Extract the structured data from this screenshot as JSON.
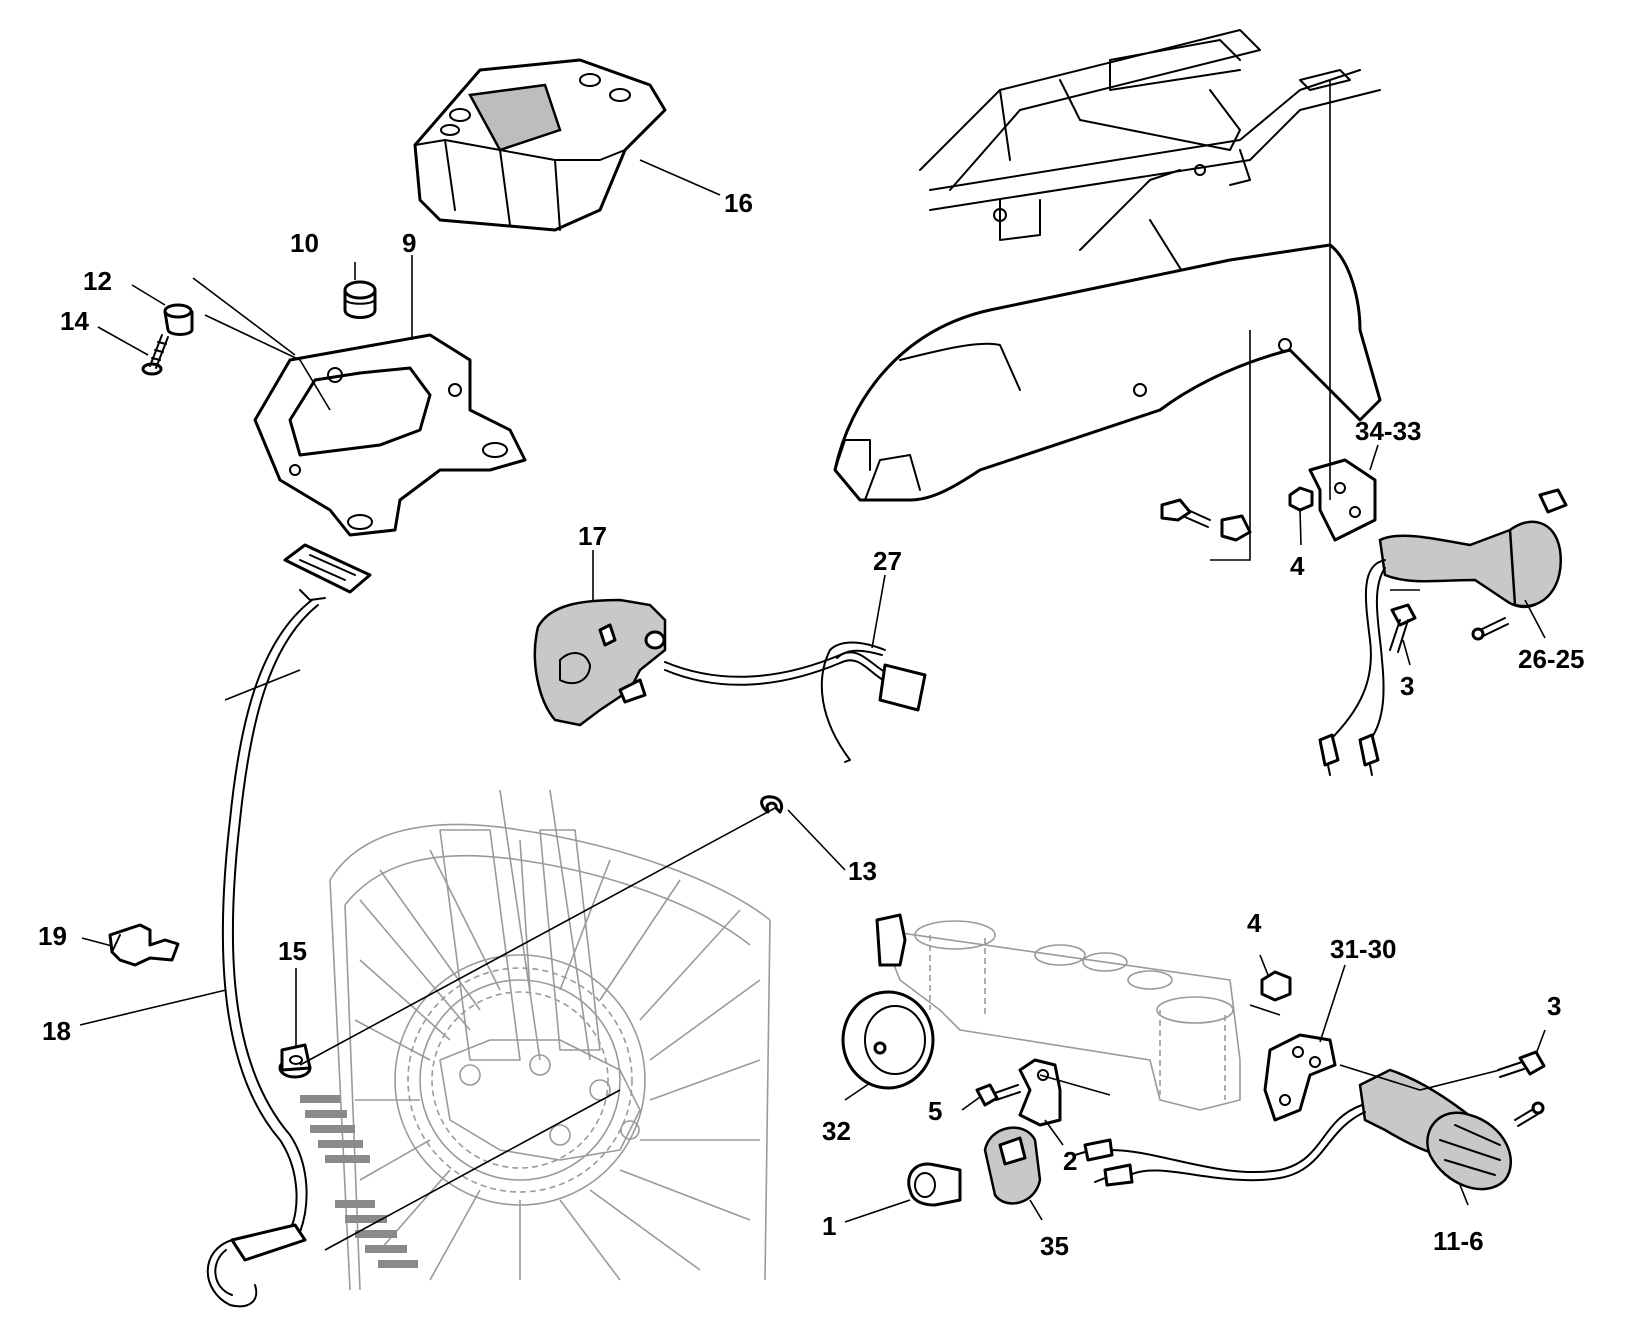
{
  "callouts": {
    "c16": "16",
    "c10": "10",
    "c9": "9",
    "c12": "12",
    "c14": "14",
    "c17": "17",
    "c27": "27",
    "c34_33": "34-33",
    "c4_top": "4",
    "c3_top": "3",
    "c26_25": "26-25",
    "c13": "13",
    "c19": "19",
    "c15": "15",
    "c18": "18",
    "c4_bottom": "4",
    "c31_30": "31-30",
    "c3_bottom": "3",
    "c5": "5",
    "c32": "32",
    "c2": "2",
    "c1": "1",
    "c35": "35",
    "c11_6": "11-6"
  }
}
